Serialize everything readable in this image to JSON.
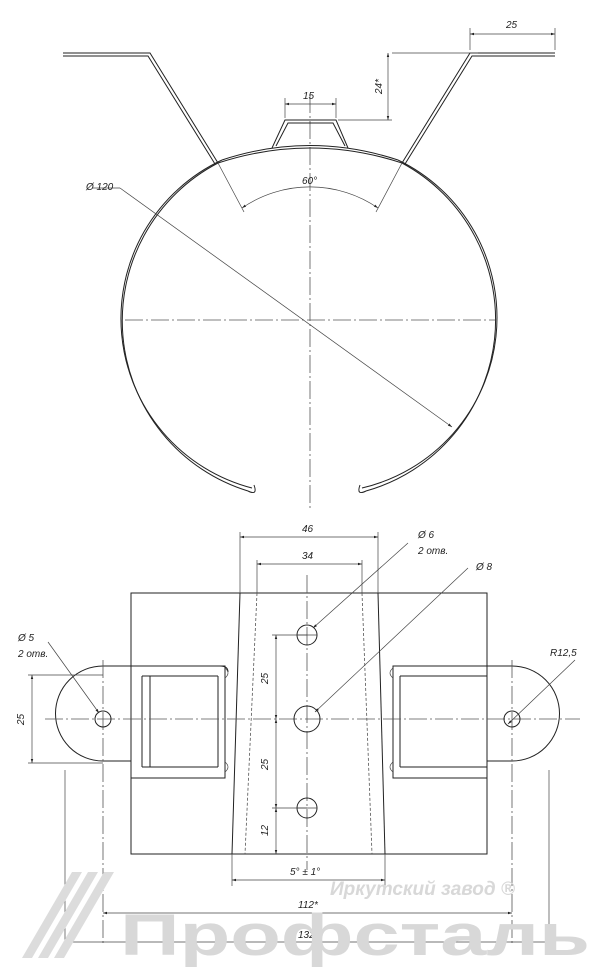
{
  "watermark": {
    "company": "Иркутский завод ®",
    "brand": "Профсталь"
  },
  "top_view": {
    "dims": {
      "d120": "Ø 120",
      "angle60": "60°",
      "w15": "15",
      "w25": "25",
      "h24": "24*"
    }
  },
  "bottom_view": {
    "dims": {
      "w46": "46",
      "w34": "34",
      "d6": "Ø 6",
      "d6_note": "2 отв.",
      "d8": "Ø 8",
      "d5": "Ø 5",
      "d5_note": "2 отв.",
      "r125": "R12,5",
      "h25_left": "25",
      "v25_upper": "25",
      "v25_lower": "25",
      "v12": "12",
      "angle5": "5° ± 1°",
      "l112": "112*",
      "l132": "132*"
    }
  },
  "colors": {
    "line": "#222222",
    "watermark": "#d8d8d8"
  }
}
